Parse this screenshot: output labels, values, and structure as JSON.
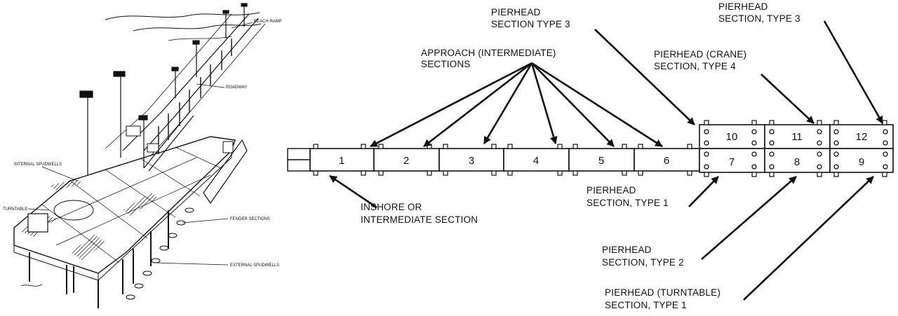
{
  "left_figure": {
    "labels": {
      "beach_ramp": "BEACH RAMP",
      "roadway": "ROADWAY",
      "internal_spudwells": "INTERNAL SPUDWELLS",
      "turntable": "TURNTABLE",
      "fender_sections": "FENDER SECTIONS",
      "external_spudwells": "EXTERNAL SPUDWELLS"
    }
  },
  "right_figure": {
    "sections": [
      "1",
      "2",
      "3",
      "4",
      "5",
      "6",
      "7",
      "8",
      "9",
      "10",
      "11",
      "12"
    ],
    "labels": {
      "approach_line1": "APPROACH (INTERMEDIATE)",
      "approach_line2": "SECTIONS",
      "ph3_left_line1": "PIERHEAD",
      "ph3_left_line2": "SECTION TYPE 3",
      "ph3_right_line1": "PIERHEAD",
      "ph3_right_line2": "SECTION, TYPE 3",
      "crane_line1": "PIERHEAD (CRANE)",
      "crane_line2": "SECTION, TYPE 4",
      "inshore_line1": "INSHORE OR",
      "inshore_line2": "INTERMEDIATE SECTION",
      "ph1_line1": "PIERHEAD",
      "ph1_line2": "SECTION, TYPE 1",
      "ph2_line1": "PIERHEAD",
      "ph2_line2": "SECTION, TYPE 2",
      "turntable_line1": "PIERHEAD (TURNTABLE)",
      "turntable_line2": "SECTION, TYPE 1"
    }
  }
}
